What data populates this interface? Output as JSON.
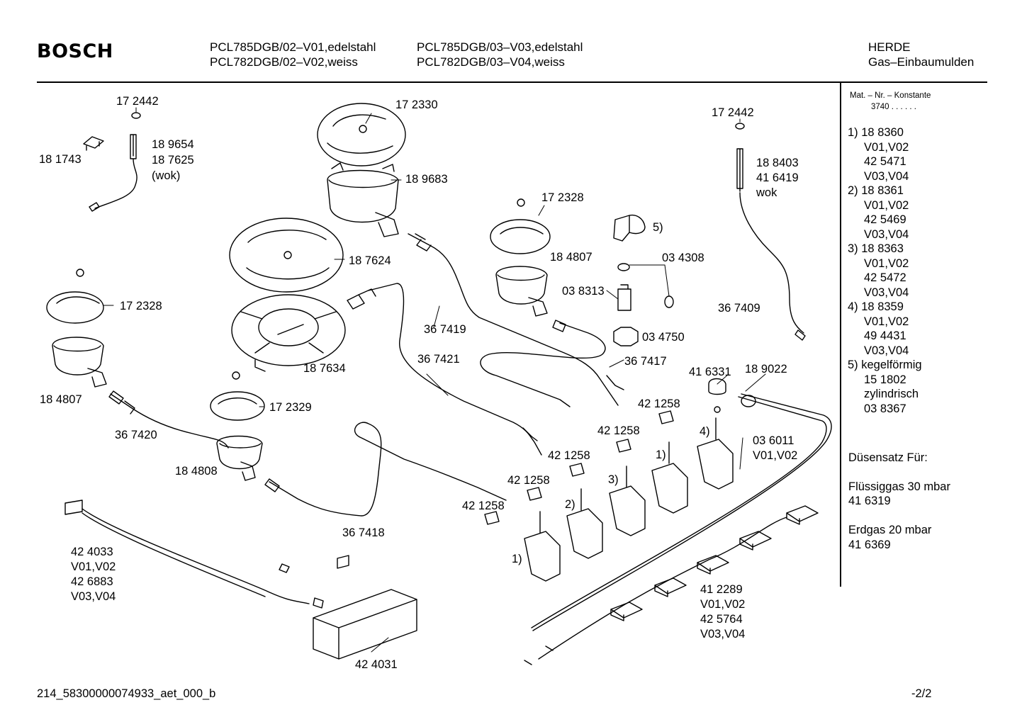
{
  "header": {
    "brand": "BOSCH",
    "models_col1": [
      "PCL785DGB/02–V01,edelstahl",
      "PCL782DGB/02–V02,weiss"
    ],
    "models_col2": [
      "PCL785DGB/03–V03,edelstahl",
      "PCL782DGB/03–V04,weiss"
    ],
    "category": "HERDE",
    "subcategory": "Gas–Einbaumulden"
  },
  "side_panel": {
    "mat_label": "Mat. – Nr. – Konstante",
    "mat_value": "3740  .  .    .  .  .  .",
    "variants": [
      "1)  18 8360",
      "V01,V02",
      "42 5471",
      "V03,V04",
      "2)  18 8361",
      "V01,V02",
      "42 5469",
      "V03,V04",
      "3)  18 8363",
      "V01,V02",
      "42 5472",
      "V03,V04",
      "4)  18 8359",
      "V01,V02",
      "49 4431",
      "V03,V04",
      "5)  kegelförmig",
      "15 1802",
      "zylindrisch",
      "03 8367"
    ],
    "duesensatz_label": "Düsensatz Für:",
    "fluessiggas_label": "Flüssiggas 30 mbar",
    "fluessiggas_part": "41 6319",
    "erdgas_label": "Erdgas 20 mbar",
    "erdgas_part": "41 6369"
  },
  "labels": {
    "l_172442_a": "17 2442",
    "l_181743": "18 1743",
    "l_189654": "18 9654",
    "l_187625": "18 7625",
    "l_wok_a": "(wok)",
    "l_172330": "17 2330",
    "l_189683": "18 9683",
    "l_172442_b": "17 2442",
    "l_188403": "18 8403",
    "l_416419": "41 6419",
    "l_wok_b": "wok",
    "l_172328_a": "17 2328",
    "l_5": "5)",
    "l_187624": "18 7624",
    "l_184807_a": "18 4807",
    "l_034308": "03 4308",
    "l_172328_b": "17 2328",
    "l_038313": "03 8313",
    "l_367409": "36 7409",
    "l_367419": "36 7419",
    "l_034750": "03 4750",
    "l_187634": "18 7634",
    "l_367417": "36 7417",
    "l_367421": "36 7421",
    "l_416331": "41 6331",
    "l_189022": "18 9022",
    "l_184807_b": "18 4807",
    "l_172329": "17 2329",
    "l_421258_a": "42 1258",
    "l_367420": "36 7420",
    "l_421258_b": "42 1258",
    "l_4": "4)",
    "l_036011": "03 6011",
    "l_v0102_a": "V01,V02",
    "l_184808": "18 4808",
    "l_421258_c": "42 1258",
    "l_1_a": "1)",
    "l_421258_d": "42 1258",
    "l_3": "3)",
    "l_421258_e": "42 1258",
    "l_2": "2)",
    "l_367418": "36 7418",
    "l_424033": "42 4033",
    "l_v0102_b": "V01,V02",
    "l_426883": "42 6883",
    "l_v0304_b": "V03,V04",
    "l_1_b": "1)",
    "l_412289": "41 2289",
    "l_v0102_c": "V01,V02",
    "l_425764": "42 5764",
    "l_v0304_c": "V03,V04",
    "l_424031": "42 4031"
  },
  "footer": {
    "doc_id": "214_58300000074933_aet_000_b",
    "page": "-2/2"
  }
}
